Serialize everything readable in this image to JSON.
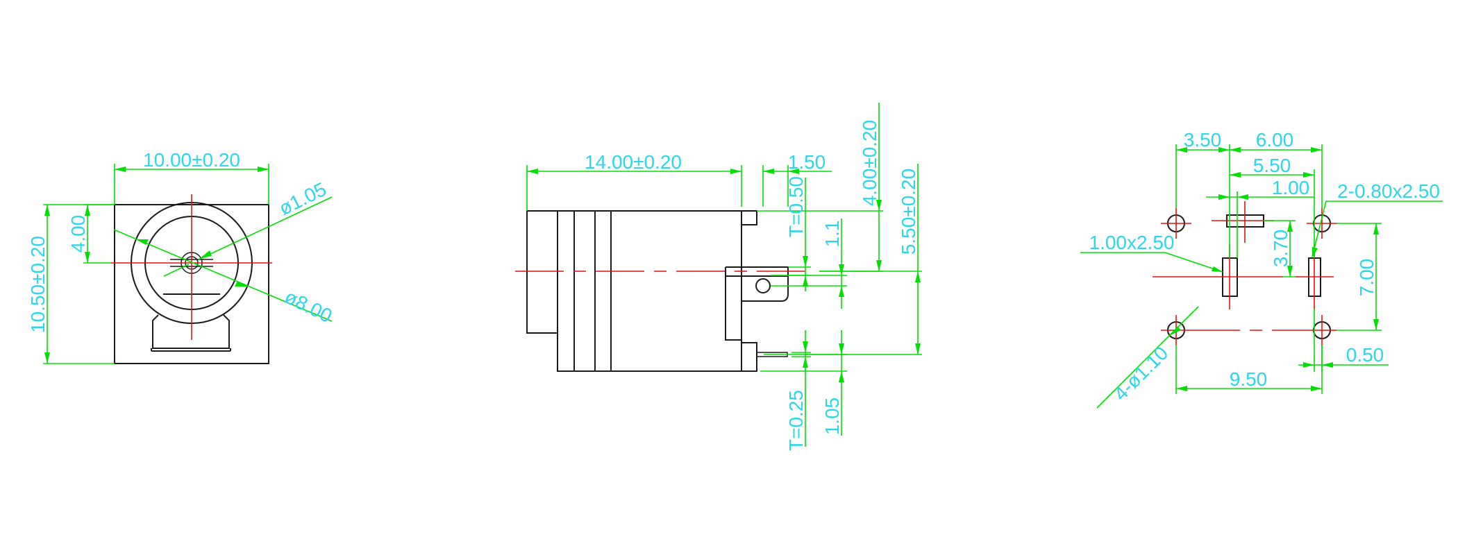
{
  "colors": {
    "outline": "#1a1a1a",
    "dimension": "#00e000",
    "centerline": "#e01010",
    "label": "#2ad8e8",
    "background": "#ffffff"
  },
  "views": {
    "front": {
      "width": "10.00±0.20",
      "height": "10.50±0.20",
      "center_height": "4.00",
      "pin_diameter": "ø1.05",
      "body_diameter": "ø8.00"
    },
    "side": {
      "length": "14.00±0.20",
      "tab_width": "1.50",
      "center_to_top": "4.00±0.20",
      "pin_height": "5.50±0.20",
      "top_thickness": "T=0.50",
      "tab_height": "1.1",
      "bottom_thickness": "T=0.25",
      "bottom_offset": "1.05"
    },
    "footprint": {
      "d_3_50": "3.50",
      "d_6_00": "6.00",
      "d_5_50": "5.50",
      "d_1_00": "1.00",
      "slot_pair": "2-0.80x2.50",
      "slot_single": "1.00x2.50",
      "d_3_70": "3.70",
      "d_7_00": "7.00",
      "holes": "4-ø1.10",
      "d_9_50": "9.50",
      "d_0_50": "0.50"
    }
  }
}
